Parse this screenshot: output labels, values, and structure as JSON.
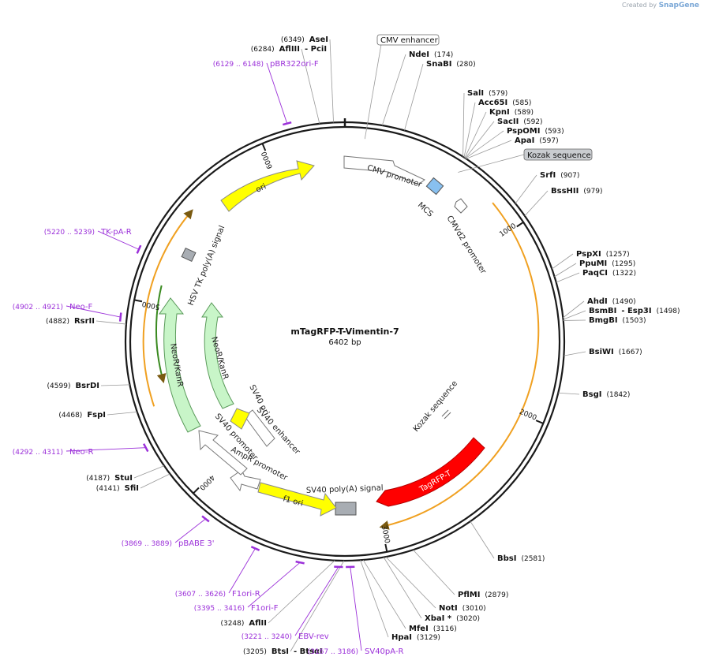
{
  "header": {
    "created_by": "Created by",
    "brand": "SnapGene"
  },
  "plasmid": {
    "name": "mTagRFP-T-Vimentin-7",
    "size_label": "6402 bp",
    "length": 6402
  },
  "ticks": [
    {
      "pos": 1000,
      "label": "1000"
    },
    {
      "pos": 2000,
      "label": "2000"
    },
    {
      "pos": 3000,
      "label": "3000"
    },
    {
      "pos": 4000,
      "label": "4000"
    },
    {
      "pos": 5000,
      "label": "5000"
    },
    {
      "pos": 6000,
      "label": "6000"
    }
  ],
  "enzymes_right": [
    {
      "name": "NdeI",
      "pos": "(174)",
      "bp": 174
    },
    {
      "name": "SnaBI",
      "pos": "(280)",
      "bp": 280
    },
    {
      "name": "SalI",
      "pos": "(579)",
      "bp": 579
    },
    {
      "name": "Acc65I",
      "pos": "(585)",
      "bp": 585
    },
    {
      "name": "KpnI",
      "pos": "(589)",
      "bp": 589
    },
    {
      "name": "SacII",
      "pos": "(592)",
      "bp": 592
    },
    {
      "name": "PspOMI",
      "pos": "(593)",
      "bp": 593
    },
    {
      "name": "ApaI",
      "pos": "(597)",
      "bp": 597
    },
    {
      "name": "SrfI",
      "pos": "(907)",
      "bp": 907
    },
    {
      "name": "BssHII",
      "pos": "(979)",
      "bp": 979
    },
    {
      "name": "PspXI",
      "pos": "(1257)",
      "bp": 1257
    },
    {
      "name": "PpuMI",
      "pos": "(1295)",
      "bp": 1295
    },
    {
      "name": "PaqCI",
      "pos": "(1322)",
      "bp": 1322
    },
    {
      "name": "AhdI",
      "pos": "(1490)",
      "bp": 1490
    },
    {
      "name": "BsmBI",
      "extra": "- Esp3I",
      "pos": "(1498)",
      "bp": 1498
    },
    {
      "name": "BmgBI",
      "pos": "(1503)",
      "bp": 1503
    },
    {
      "name": "BsiWI",
      "pos": "(1667)",
      "bp": 1667
    },
    {
      "name": "BsgI",
      "pos": "(1842)",
      "bp": 1842
    },
    {
      "name": "BbsI",
      "pos": "(2581)",
      "bp": 2581
    },
    {
      "name": "PflMI",
      "pos": "(2879)",
      "bp": 2879
    },
    {
      "name": "NotI",
      "pos": "(3010)",
      "bp": 3010
    },
    {
      "name": "XbaI *",
      "pos": "(3020)",
      "bp": 3020
    },
    {
      "name": "MfeI",
      "pos": "(3116)",
      "bp": 3116
    },
    {
      "name": "HpaI",
      "pos": "(3129)",
      "bp": 3129
    }
  ],
  "enzymes_left": [
    {
      "name": "AseI",
      "pos": "(6349)",
      "bp": 6349
    },
    {
      "name": "AflIII",
      "extra": "- PciI",
      "pos": "(6284)",
      "bp": 6284
    },
    {
      "name": "RsrII",
      "pos": "(4882)",
      "bp": 4882
    },
    {
      "name": "BsrDI",
      "pos": "(4599)",
      "bp": 4599
    },
    {
      "name": "FspI",
      "pos": "(4468)",
      "bp": 4468
    },
    {
      "name": "StuI",
      "pos": "(4187)",
      "bp": 4187
    },
    {
      "name": "SfiI",
      "pos": "(4141)",
      "bp": 4141
    },
    {
      "name": "AflII",
      "pos": "(3248)",
      "bp": 3248
    },
    {
      "name": "BtsI",
      "extra": "- BtsαI",
      "pos": "(3205)",
      "bp": 3205
    }
  ],
  "primers": [
    {
      "range": "(6129 .. 6148)",
      "name": "pBR322ori-F",
      "bp": 6138
    },
    {
      "range": "(5220 .. 5239)",
      "name": "TK-pA-R",
      "bp": 5230
    },
    {
      "range": "(4902 .. 4921)",
      "name": "Neo-F",
      "bp": 4912
    },
    {
      "range": "(4292 .. 4311)",
      "name": "Neo-R",
      "bp": 4302
    },
    {
      "range": "(3869 .. 3889)",
      "name": "pBABE 3'",
      "bp": 3879
    },
    {
      "range": "(3607 .. 3626)",
      "name": "F1ori-R",
      "bp": 3617
    },
    {
      "range": "(3395 .. 3416)",
      "name": "F1ori-F",
      "bp": 3405
    },
    {
      "range": "(3221 .. 3240)",
      "name": "EBV-rev",
      "bp": 3230
    },
    {
      "range": "(3167 .. 3186)",
      "name": "SV40pA-R",
      "bp": 3177
    }
  ],
  "boxed_features": [
    {
      "label": "CMV enhancer",
      "bp": 100
    },
    {
      "label": "Kozak sequence",
      "bp": 600
    }
  ],
  "feature_labels": {
    "cmv_promoter": "CMV promoter",
    "mcs": "MCS",
    "cmvd2_promoter": "CMVd2 promoter",
    "kozak_inner": "Kozak sequence",
    "tagrfp": "TagRFP-T",
    "sv40_polya": "SV40 poly(A) signal",
    "f1_ori": "f1 ori",
    "ampr_promoter": "AmpR promoter",
    "sv40_promoter": "SV40 promoter",
    "sv40_enhancer": "SV40 enhancer",
    "sv40_ori": "SV40 ori",
    "neo_inner": "NeoR/KanR",
    "neo_outer": "NeoR/KanR",
    "hsv_tk": "HSV TK poly(A) signal",
    "ori": "ori"
  },
  "colors": {
    "backbone": "#1a1a1a",
    "enzyme_line": "#999999",
    "primer": "#9b30d9",
    "orf": "#f0a020",
    "ori": "#ffff00",
    "neo": "#c8f5c8",
    "tagrfp": "#ff0000",
    "mcs": "#88c0f0",
    "polya": "#a8adb3",
    "promoter": "#ffffff"
  }
}
